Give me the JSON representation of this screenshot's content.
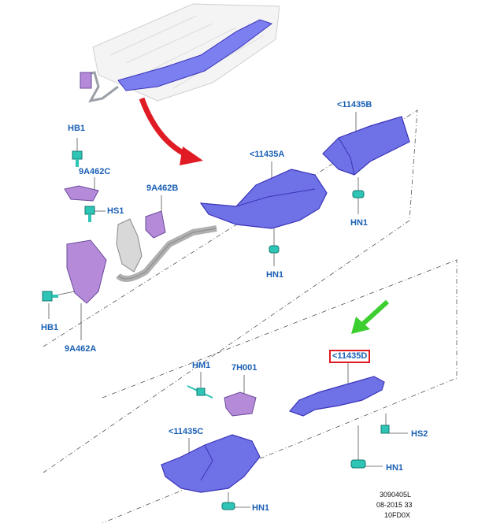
{
  "labels": {
    "hb1_top": "HB1",
    "c9a462c": "9A462C",
    "c9a462b": "9A462B",
    "hs1": "HS1",
    "hb1_bottom": "HB1",
    "c9a462a": "9A462A",
    "c11435a": "<11435A",
    "c11435b": "<11435B",
    "hn1_a": "HN1",
    "hn1_b": "HN1",
    "c11435d": "<11435D",
    "hm1": "HM1",
    "c7h001": "7H001",
    "hs2": "HS2",
    "c11435c": "<11435C",
    "hn1_c": "HN1",
    "hn1_d": "HN1"
  },
  "footer": {
    "line1": "3090405L",
    "line2": "08-2015 33",
    "line3": "10FD0X"
  },
  "colors": {
    "shield": "#6f72e6",
    "shield_dark": "#3a33b8",
    "bracket": "#b48ad9",
    "fastener": "#2ec4b6",
    "label": "#1a5fb4",
    "red_arrow": "#e01b24",
    "green_arrow": "#3ccf2f",
    "highlight_box": "#e01b24"
  }
}
